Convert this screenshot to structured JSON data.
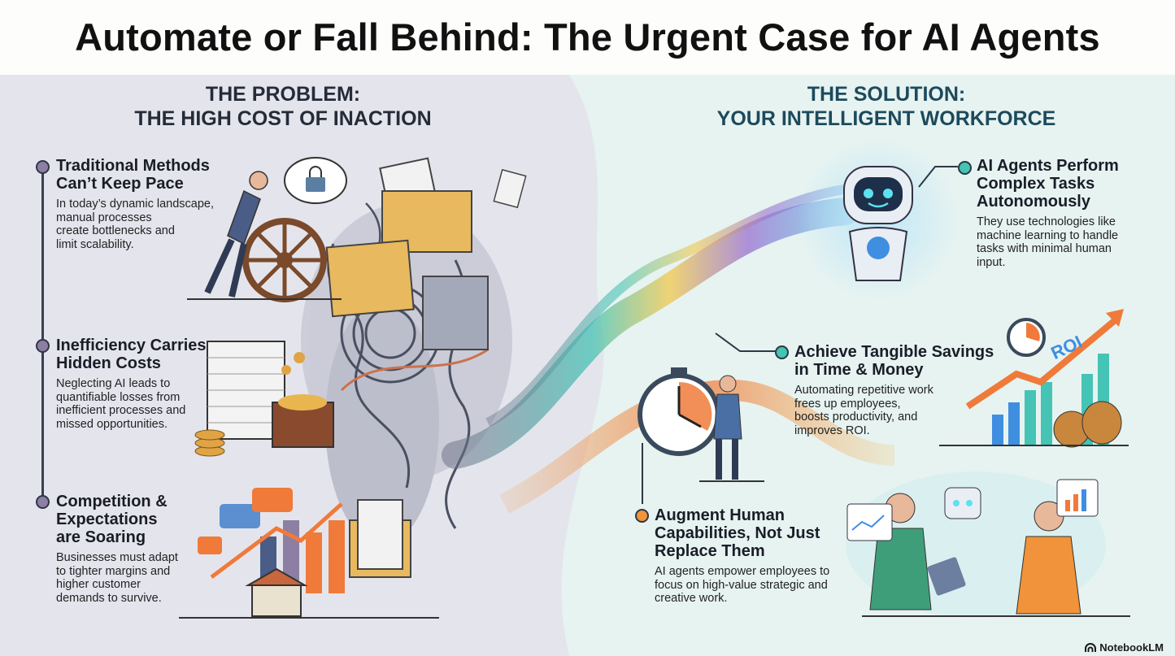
{
  "title": "Automate or Fall Behind: The Urgent Case for AI Agents",
  "problem": {
    "heading": [
      "THE PROBLEM:",
      "THE HIGH COST OF INACTION"
    ],
    "items": [
      {
        "title": [
          "Traditional Methods",
          "Can’t Keep Pace"
        ],
        "text": [
          "In today’s dynamic landscape,",
          "manual processes",
          "create bottlenecks and",
          "limit scalability."
        ]
      },
      {
        "title": [
          "Inefficiency Carries",
          "Hidden Costs"
        ],
        "text": [
          "Neglecting AI leads to",
          "quantifiable losses from",
          "inefficient processes and",
          "missed opportunities."
        ]
      },
      {
        "title": [
          "Competition &",
          "Expectations",
          "are Soaring"
        ],
        "text": [
          "Businesses must adapt",
          "to tighter margins and",
          "higher customer",
          "demands to survive."
        ]
      }
    ]
  },
  "solution": {
    "heading": [
      "THE SOLUTION:",
      "YOUR INTELLIGENT WORKFORCE"
    ],
    "items": [
      {
        "title": [
          "AI Agents Perform",
          "Complex Tasks",
          "Autonomously"
        ],
        "text": [
          "They use technologies like",
          "machine learning to handle",
          "tasks with minimal human",
          "input."
        ]
      },
      {
        "title": [
          "Achieve Tangible Savings",
          "in Time & Money"
        ],
        "text": [
          "Automating repetitive work",
          "frees up employees,",
          "boosts productivity, and",
          "improves ROI."
        ]
      },
      {
        "title": [
          "Augment Human",
          "Capabilities, Not Just",
          "Replace Them"
        ],
        "text": [
          "AI agents empower employees to",
          "focus on high-value strategic and",
          "creative work."
        ]
      }
    ]
  },
  "illustration": {
    "roi_label": "ROI"
  },
  "brand": "NotebookLM",
  "colors": {
    "problem_bg": "#e4e5ec",
    "solution_bg": "#e6f3f1",
    "accent_teal": "#3fb3a3",
    "accent_orange": "#f0933a",
    "dot_purple": "#8c7fa3"
  }
}
